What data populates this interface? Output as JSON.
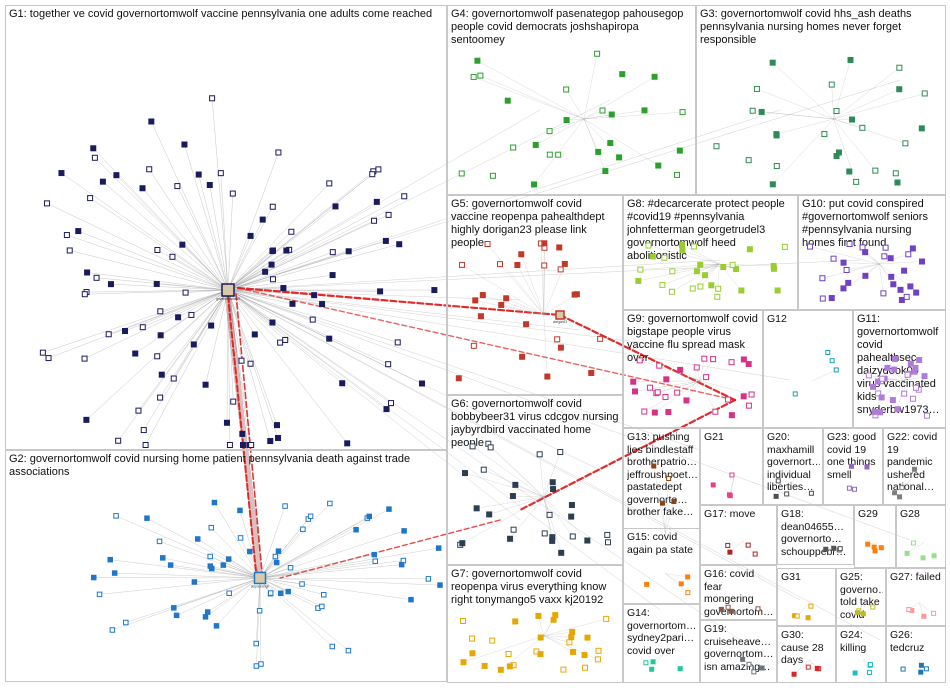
{
  "groups": [
    {
      "id": "G1",
      "label": "G1: together ve covid governortomwolf vaccine pennsylvania one adults come reached",
      "color": "#1a1a5e"
    },
    {
      "id": "G2",
      "label": "G2: governortomwolf covid nursing home patient pennsylvania death against trade associations",
      "color": "#1f77c9"
    },
    {
      "id": "G3",
      "label": "G3: governortomwolf covid hhs_ash deaths pennsylvania nursing homes never forget responsible",
      "color": "#2e8b57"
    },
    {
      "id": "G4",
      "label": "G4: governortomwolf pasenategop pahousegop people covid democrats joshshapiropa sentoomey",
      "color": "#2ca02c"
    },
    {
      "id": "G5",
      "label": "G5: governortomwolf covid vaccine reopenpa pahealthdept highly dorigan23 please link people",
      "color": "#c0392b"
    },
    {
      "id": "G6",
      "label": "G6: governortomwolf covid bobbybeer31 virus cdcgov nursing jaybyrdbird vaccinated home people",
      "color": "#2c3e50"
    },
    {
      "id": "G7",
      "label": "G7: governortomwolf covid reopenpa virus everything know right tonymango5 vaxx kj20192",
      "color": "#e6a700"
    },
    {
      "id": "G8",
      "label": "G8: #decarcerate protect people #covid19 #pennsylvania johnfetterman georgetrudel3 governortomwolf heed abolitionistlc",
      "color": "#9acd32"
    },
    {
      "id": "G9",
      "label": "G9: governortomwolf covid bigstape people virus vaccine flu spread mask over",
      "color": "#d63384"
    },
    {
      "id": "G10",
      "label": "G10: put covid conspired #governortomwolf seniors #pennsylvania nursing homes first found",
      "color": "#6f42c1"
    },
    {
      "id": "G11",
      "label": "G11: governortomwolf covid pahealthsec daizydook00 virus vaccinated kids snyderbw1973…",
      "color": "#b07cd8"
    },
    {
      "id": "G12",
      "label": "G12",
      "color": "#17a2b8"
    },
    {
      "id": "G13",
      "label": "G13: pushing lies bindlestaff brotherpatrio… jeffroushpoet… pastatedept governorto… brother fake…",
      "color": "#8b4513"
    },
    {
      "id": "G14",
      "label": "G14: governortom… sydney2pari… covid over",
      "color": "#20c997"
    },
    {
      "id": "G15",
      "label": "G15: covid again pa state",
      "color": "#ff7f0e"
    },
    {
      "id": "G16",
      "label": "G16: covid fear mongering governortom…",
      "color": "#8c564b"
    },
    {
      "id": "G17",
      "label": "G17: move",
      "color": "#b22222"
    },
    {
      "id": "G18",
      "label": "G18: dean04655… governorto… schouppebr…",
      "color": "#555555"
    },
    {
      "id": "G19",
      "label": "G19: cruiseheave… governortom… isn amazing…",
      "color": "#6c757d"
    },
    {
      "id": "G20",
      "label": "G20: maxhamill governort… individual liberties…",
      "color": "#495057"
    },
    {
      "id": "G21",
      "label": "G21",
      "color": "#e83e8c"
    },
    {
      "id": "G22",
      "label": "G22: covid 19 pandemic ushered national…",
      "color": "#7f7f7f"
    },
    {
      "id": "G23",
      "label": "G23: good covid 19 one things smell",
      "color": "#9467bd"
    },
    {
      "id": "G24",
      "label": "G24: killing",
      "color": "#17becf"
    },
    {
      "id": "G25",
      "label": "G25: governo… told take covid",
      "color": "#bcbd22"
    },
    {
      "id": "G26",
      "label": "G26: tedcruz",
      "color": "#1f77b4"
    },
    {
      "id": "G27",
      "label": "G27: failed",
      "color": "#ff9896"
    },
    {
      "id": "G28",
      "label": "G28",
      "color": "#98df8a"
    },
    {
      "id": "G29",
      "label": "G29",
      "color": "#ff7f0e"
    },
    {
      "id": "G30",
      "label": "G30: cause 28 days",
      "color": "#d62728"
    },
    {
      "id": "G31",
      "label": "G31",
      "color": "#e6a700"
    }
  ],
  "hub_labels": {
    "G1": "governortomwolf",
    "G2": "stopnursingh",
    "G5": "dorigan23"
  },
  "edge_colors": {
    "gray": "#9a9a9a",
    "red": "#e02020",
    "brown": "#8b2a2a"
  }
}
